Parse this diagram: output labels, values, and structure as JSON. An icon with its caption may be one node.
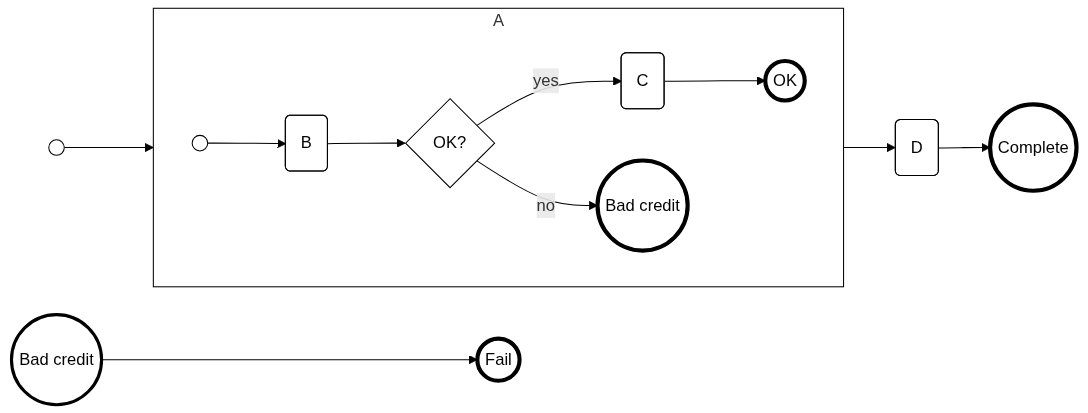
{
  "diagram": {
    "nodes": [
      {
        "text": [],
        "shape": "circle"
      },
      {
        "text": [
          "A"
        ]
      },
      {
        "text": [],
        "shape": "circle",
        "in": 1
      },
      {
        "text": [
          "B"
        ],
        "in": 1
      },
      {
        "text": [
          "OK?"
        ],
        "in": 1
      },
      {
        "text": [
          "C"
        ],
        "in": 1
      },
      {
        "text": [
          "OK"
        ],
        "in": 1
      },
      {
        "text": [
          "Bad credit"
        ],
        "in": 1
      },
      {
        "text": [
          "Bad credit"
        ]
      },
      {
        "text": [
          "D"
        ]
      },
      {
        "text": [
          "Complete"
        ]
      },
      {
        "text": [
          "Fail"
        ]
      }
    ],
    "edges": [
      {
        "from": 0,
        "to": 1,
        "arrow": "to"
      },
      {
        "from": 2,
        "to": 3,
        "arrow": "to"
      },
      {
        "from": 3,
        "to": 4,
        "arrow": "to"
      },
      {
        "from": 4,
        "to": 5,
        "arrow": "to",
        "label": "yes"
      },
      {
        "from": 5,
        "to": 6,
        "arrow": "to"
      },
      {
        "from": 4,
        "to": 7,
        "arrow": "to",
        "label": "no"
      },
      {
        "from": 1,
        "to": 9,
        "arrow": "to"
      },
      {
        "from": 9,
        "to": 10,
        "arrow": "to"
      },
      {
        "from": 8,
        "to": 11,
        "arrow": "to"
      }
    ]
  }
}
